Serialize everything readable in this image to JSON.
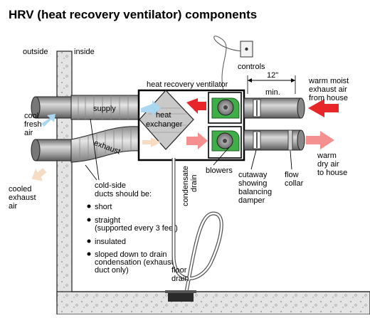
{
  "title": "HRV (heat recovery ventilator) components",
  "labels": {
    "outside": "outside",
    "inside": "inside",
    "controls": "controls",
    "hrv": "heat recovery ventilator",
    "dim_value": "12\"",
    "dim_unit": "min.",
    "warm_moist": [
      "warm moist",
      "exhaust air",
      "from house"
    ],
    "cool_fresh": [
      "cool",
      "fresh",
      "air"
    ],
    "supply": "supply",
    "exhaust": "exhaust",
    "heat_exchanger": [
      "heat",
      "exchanger"
    ],
    "warm_dry": [
      "warm",
      "dry air",
      "to house"
    ],
    "cooled_exhaust": [
      "cooled",
      "exhaust",
      "air"
    ],
    "cold_side": [
      "cold-side",
      "ducts should be:"
    ],
    "condensate_drain": [
      "condensate",
      "drain"
    ],
    "blowers": "blowers",
    "cutaway": [
      "cutaway",
      "showing",
      "balancing",
      "damper"
    ],
    "flow_collar": [
      "flow",
      "collar"
    ],
    "floor_drain": [
      "floor",
      "drain"
    ]
  },
  "bullets": [
    {
      "lines": [
        "short"
      ]
    },
    {
      "lines": [
        "straight",
        "(supported every 3 feet)"
      ]
    },
    {
      "lines": [
        "insulated"
      ]
    },
    {
      "lines": [
        "sloped down to drain",
        "condensation (exhaust",
        "duct only)"
      ]
    }
  ],
  "colors": {
    "hot_arrow": "#e8262a",
    "warm_arrow": "#f4908f",
    "cool_arrow": "#a9d6f0",
    "cooled_arrow": "#f7dcc4",
    "blower": "#3fae49",
    "duct": "#9a9a9a",
    "wall": "#e2e2e2"
  }
}
